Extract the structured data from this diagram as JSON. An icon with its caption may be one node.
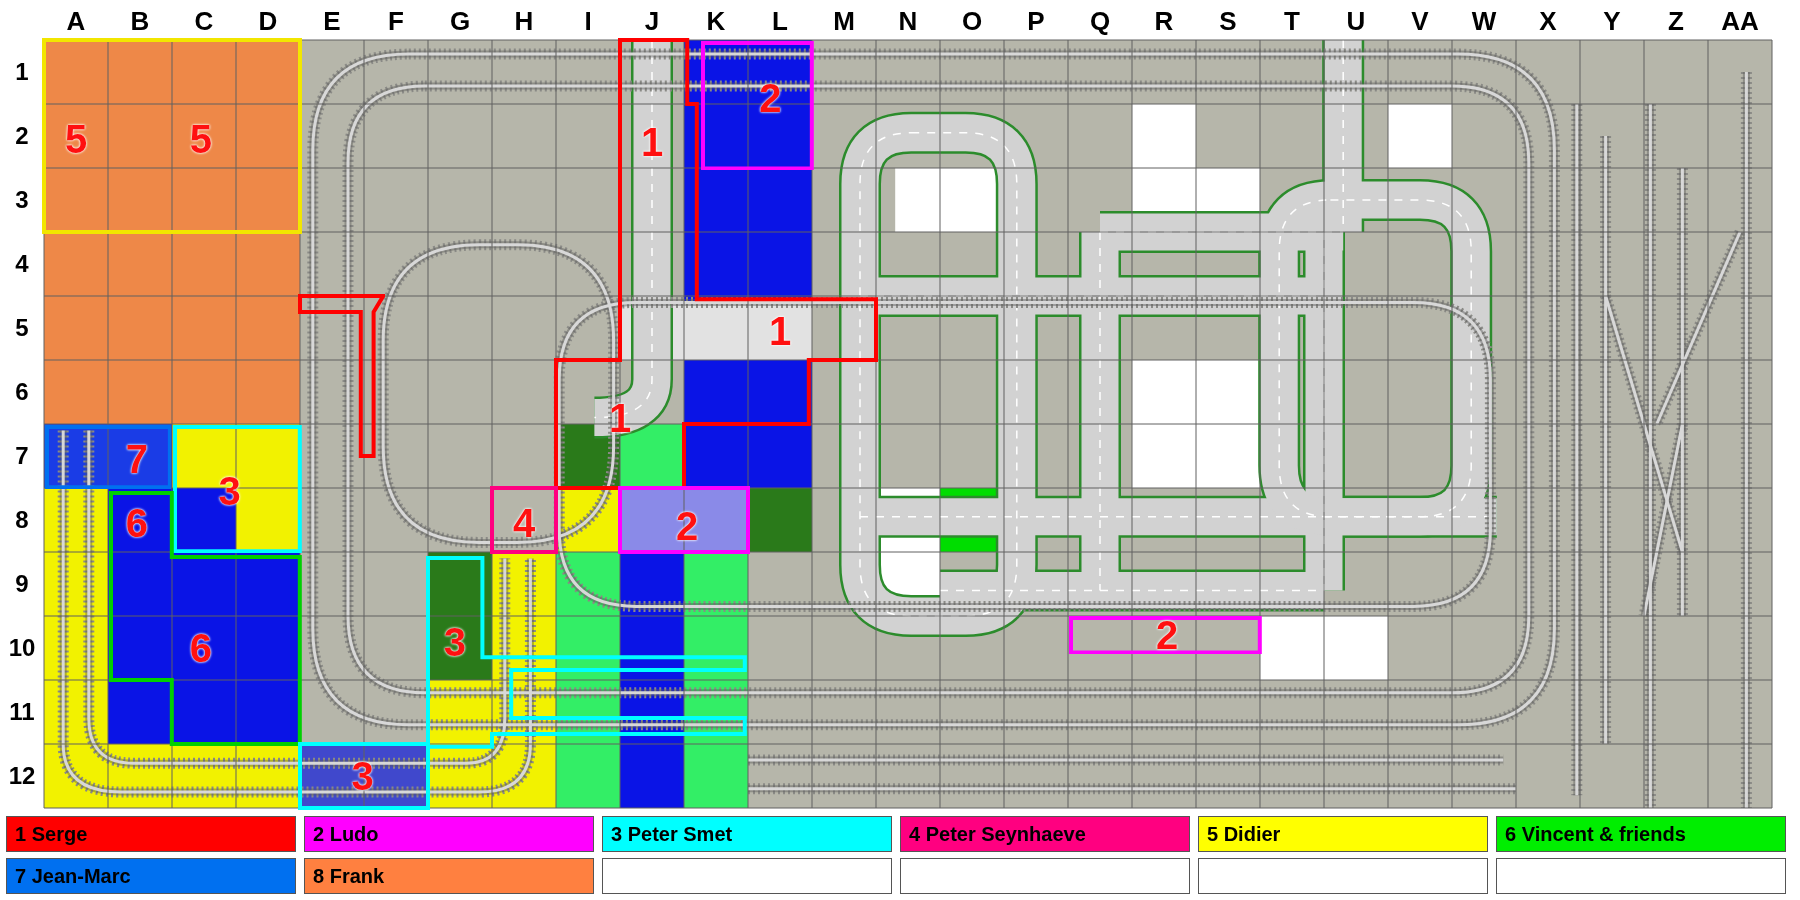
{
  "diagram": {
    "nodes": [
      {
        "text": [
          "5",
          "5"
        ]
      },
      {
        "text": [
          "1",
          "1",
          "1"
        ]
      },
      {
        "text": [
          "2"
        ]
      },
      {
        "text": [],
        "shape": "box"
      },
      {
        "text": [
          "7"
        ]
      },
      {
        "text": [
          "3"
        ]
      },
      {
        "text": [
          "6",
          "6"
        ]
      },
      {
        "text": [
          "4"
        ]
      },
      {
        "text": [
          "2"
        ]
      },
      {
        "text": [
          "3"
        ]
      },
      {
        "text": [
          "2"
        ]
      },
      {
        "text": [
          "3"
        ]
      }
    ],
    "edges": [],
    "labels": [
      "A",
      "B",
      "C",
      "D",
      "E",
      "F",
      "G",
      "H",
      "I",
      "J",
      "K",
      "L",
      "M",
      "N",
      "O",
      "P",
      "Q",
      "R",
      "S",
      "T",
      "U",
      "V",
      "W",
      "X",
      "Y",
      "Z",
      "AA",
      "1",
      "2",
      "3",
      "4",
      "5",
      "6",
      "7",
      "8",
      "9",
      "10",
      "11",
      "12"
    ],
    "legend": [
      {
        "text": "1 Serge",
        "color": "#ff0000"
      },
      {
        "text": "2 Ludo",
        "color": "#ff00ff"
      },
      {
        "text": "3 Peter Smet",
        "color": "#00ffff"
      },
      {
        "text": "4 Peter Seynhaeve",
        "color": "#ff0080"
      },
      {
        "text": "5 Didier",
        "color": "#ffff00"
      },
      {
        "text": "6 Vincent & friends",
        "color": "#00ee00"
      },
      {
        "text": "7 Jean-Marc",
        "color": "#0070f0"
      },
      {
        "text": "8 Frank",
        "color": "#ff8040"
      }
    ]
  }
}
